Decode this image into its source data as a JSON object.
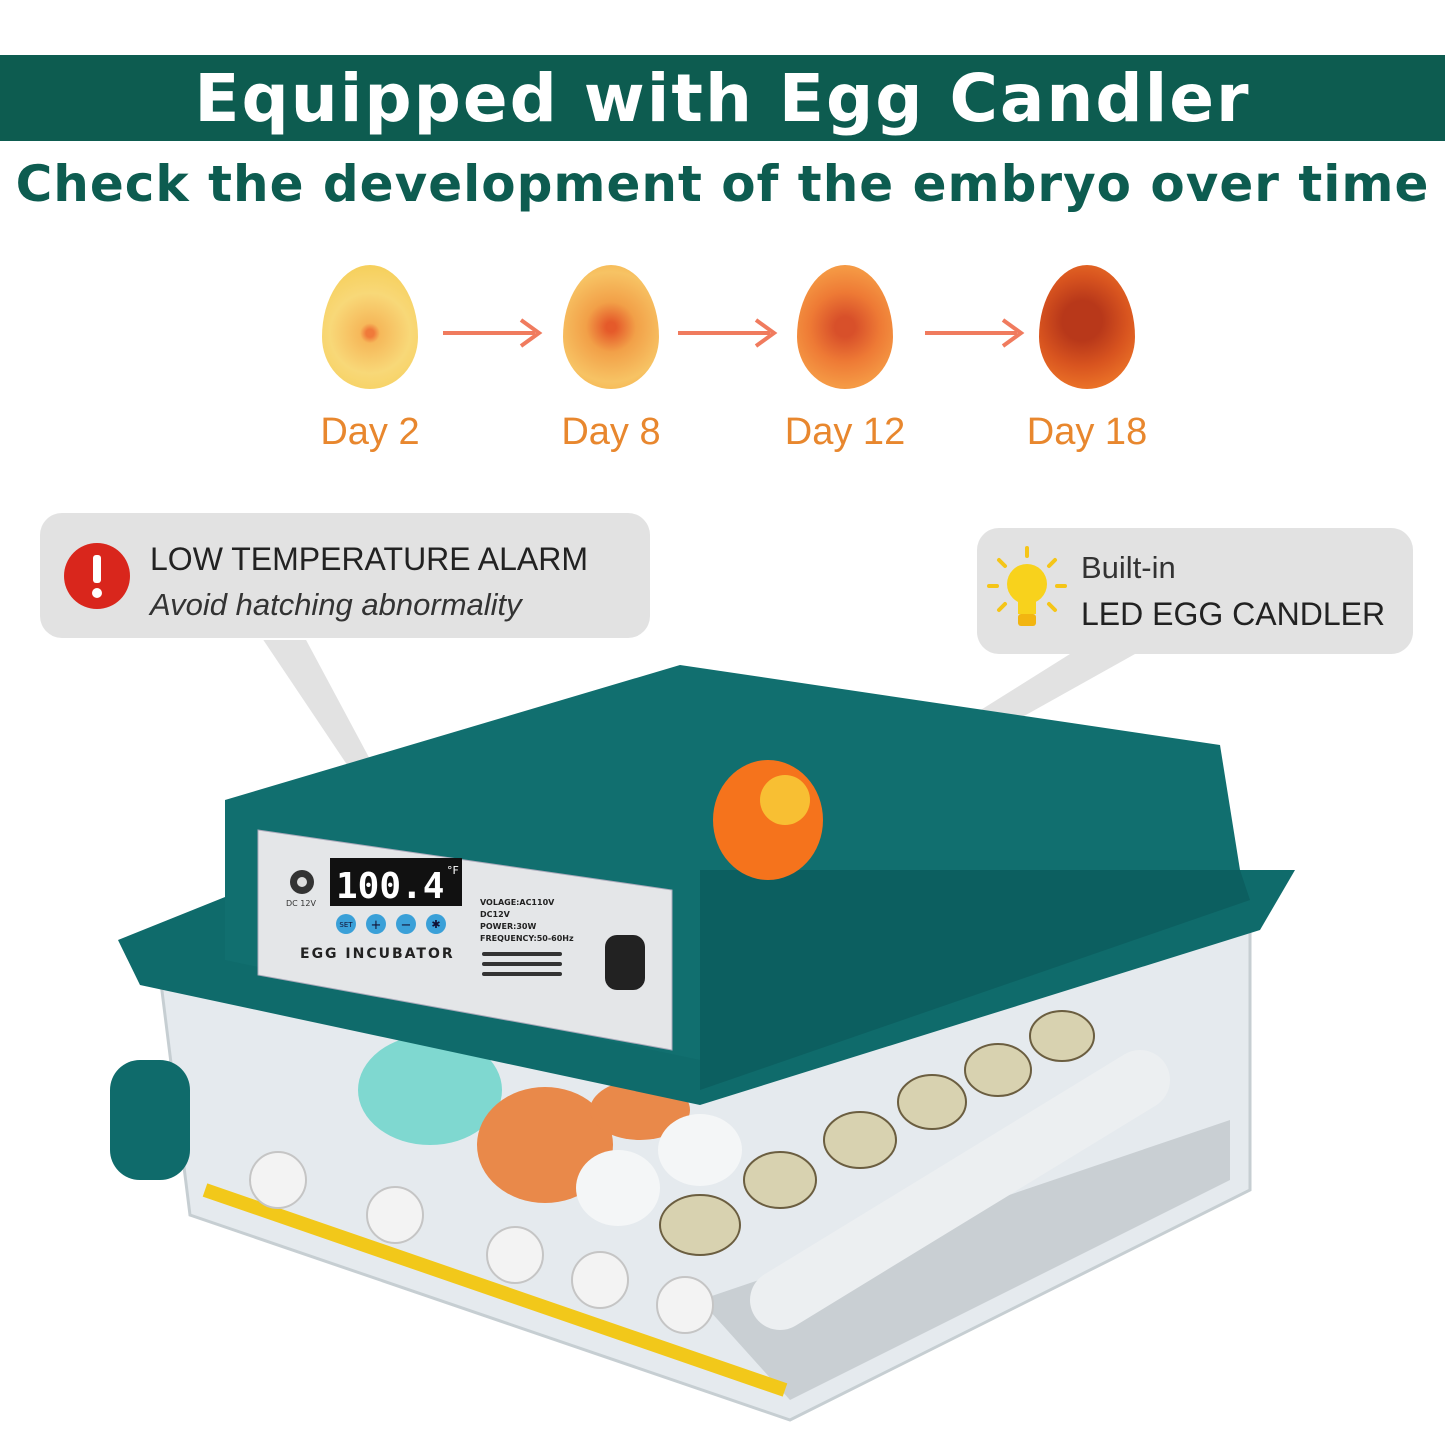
{
  "header": {
    "title": "Equipped with Egg Candler",
    "subtitle": "Check the development of the embryo over time"
  },
  "stages": [
    {
      "label": "Day 2"
    },
    {
      "label": "Day 8"
    },
    {
      "label": "Day 12"
    },
    {
      "label": "Day 18"
    }
  ],
  "callouts": {
    "alarm": {
      "title": "LOW TEMPERATURE ALARM",
      "text": "Avoid hatching abnormality",
      "icon": "exclamation-icon"
    },
    "candler": {
      "line1": "Built-in",
      "line2": "LED EGG CANDLER",
      "icon": "lightbulb-icon"
    }
  },
  "panel": {
    "display": "100.4",
    "unit": "°F",
    "dc": "DC 12V",
    "brand": "EGG INCUBATOR",
    "buttons": [
      "SET",
      "+",
      "−",
      "✱"
    ],
    "specs": [
      "VOLAGE:AC110V",
      "DC12V",
      "POWER:30W",
      "FREQUENCY:50-60Hz"
    ]
  },
  "colors": {
    "brand": "#0d5c50",
    "accent": "#e8872e",
    "body": "#0f6b6b"
  }
}
